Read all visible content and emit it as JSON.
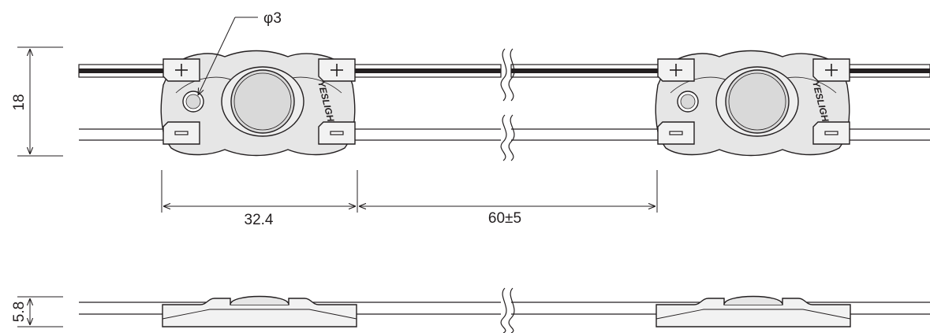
{
  "dimensions": {
    "height": "18",
    "thickness": "5.8",
    "module_width": "32.4",
    "pitch": "60±5",
    "hole": "φ3"
  },
  "terminals": {
    "positive": "+",
    "negative": "−"
  },
  "logo_text": "YESLIGHT",
  "colors": {
    "line": "#231f20",
    "module_fill": "#e6e6e6",
    "lens_fill": "#d9d9d9",
    "terminal_fill": "#f2f2f2"
  }
}
